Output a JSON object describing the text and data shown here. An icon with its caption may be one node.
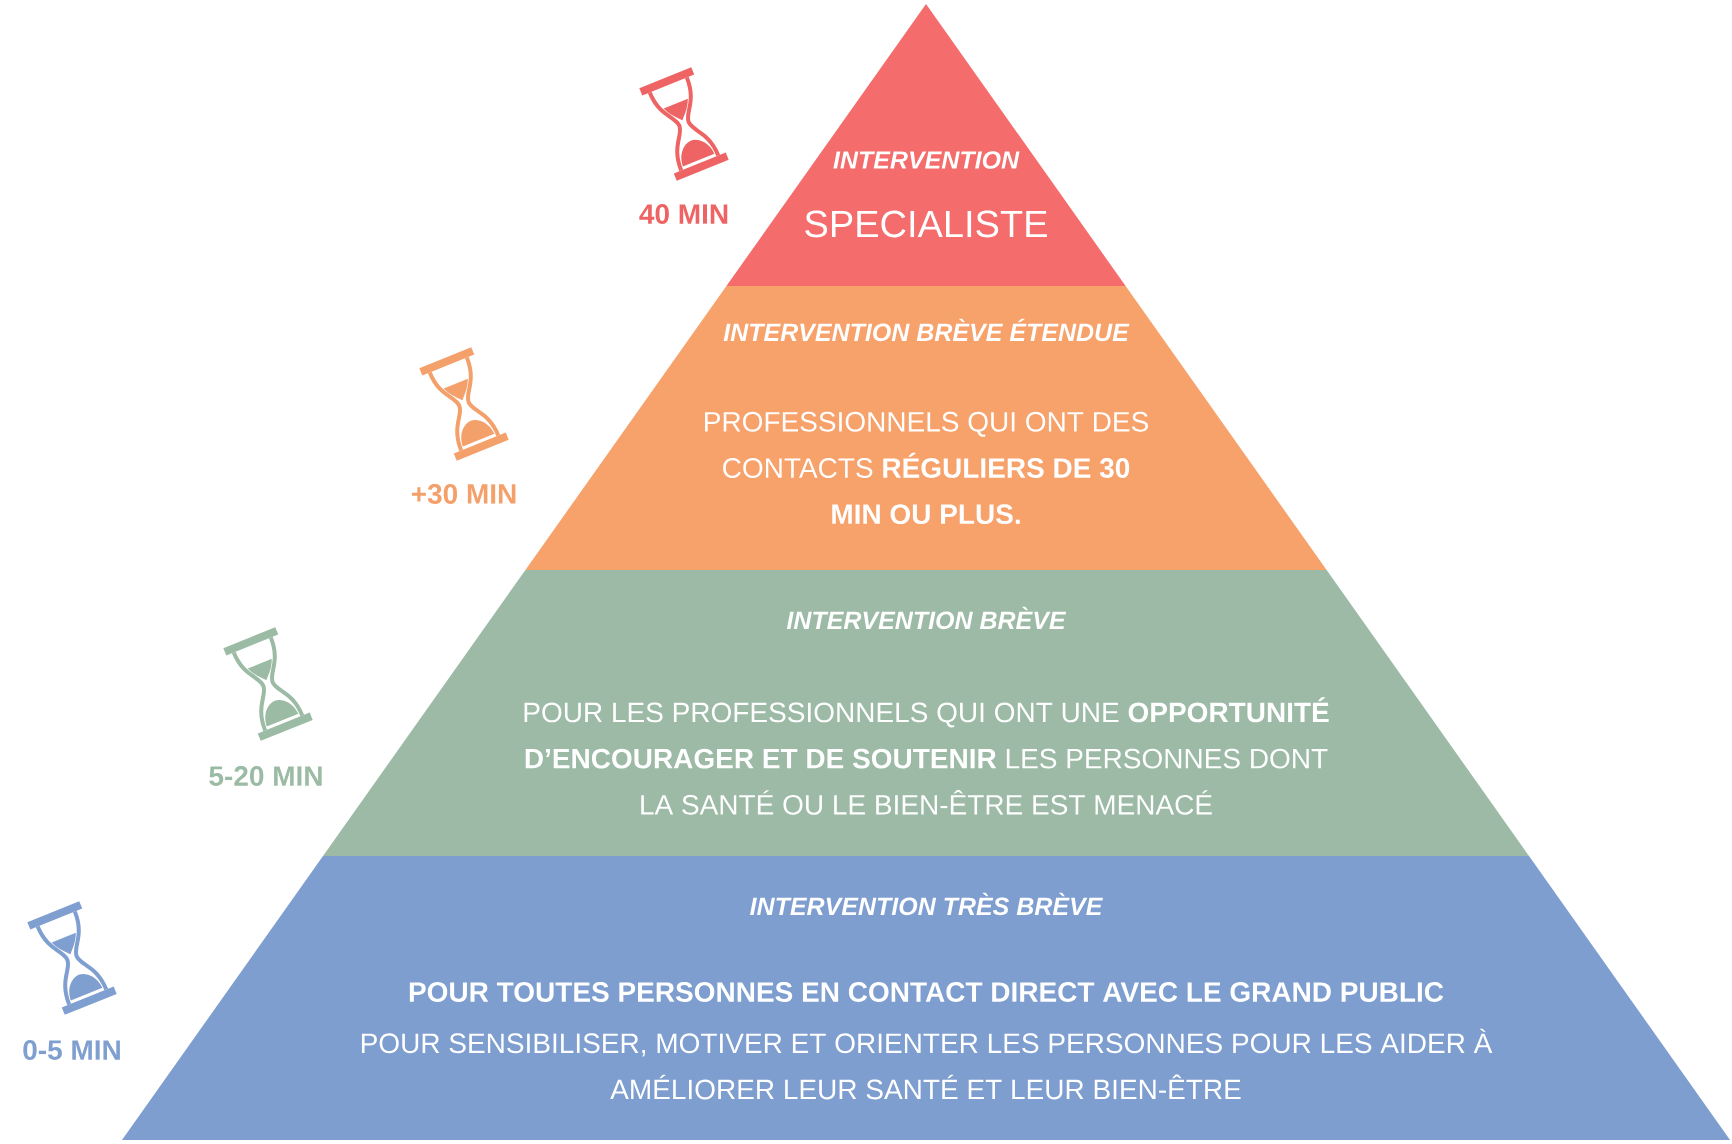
{
  "diagram": {
    "nodes": [
      {
        "text": [
          "INTERVENTION",
          "SPECIALISTE"
        ],
        "beside": [
          "40 MIN"
        ]
      },
      {
        "text": [
          "INTERVENTION BRÈVE ÉTENDUE",
          "PROFESSIONNELS QUI ONT DES CONTACTS **RÉGULIERS DE 30 MIN OU PLUS.**"
        ],
        "beside": [
          "+30 MIN"
        ]
      },
      {
        "text": [
          "INTERVENTION BRÈVE",
          "POUR LES PROFESSIONNELS QUI ONT UNE **OPPORTUNITÉ D’ENCOURAGER ET DE SOUTENIR** LES PERSONNES DONT LA SANTÉ OU LE BIEN-ÊTRE EST MENACÉ"
        ],
        "beside": [
          "5-20 MIN"
        ]
      },
      {
        "text": [
          "INTERVENTION TRÈS BRÈVE",
          "POUR TOUTES PERSONNES EN CONTACT DIRECT AVEC LE GRAND PUBLIC",
          "POUR SENSIBILISER, MOTIVER ET ORIENTER LES PERSONNES POUR LES AIDER À AMÉLIORER LEUR SANTÉ ET LEUR BIEN-ÊTRE"
        ],
        "beside": [
          "0-5 MIN"
        ]
      }
    ]
  }
}
